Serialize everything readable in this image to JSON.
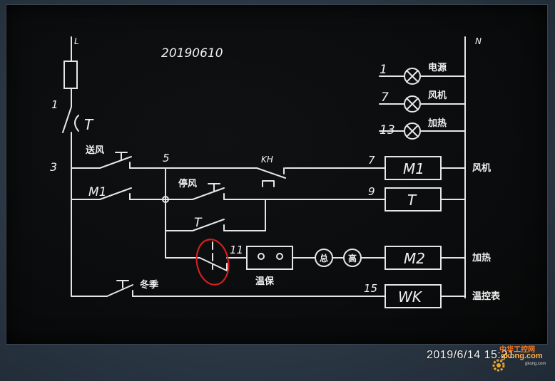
{
  "diagram": {
    "date_code": "20190610",
    "rails": {
      "left": "L",
      "right": "N"
    },
    "nodes": {
      "n1": "1",
      "n3": "3",
      "n5": "5",
      "n7": "7",
      "n9": "9",
      "n11": "11",
      "n15": "15"
    },
    "breaker_label": "T",
    "lamps": [
      {
        "wire": "1",
        "label": "电源"
      },
      {
        "wire": "7",
        "label": "风机"
      },
      {
        "wire": "13",
        "label": "加热"
      }
    ],
    "switches": {
      "send_air": "送风",
      "m1_contact": "M1",
      "stop_air": "停风",
      "kh": "KH",
      "t_contact": "T",
      "winter": "冬季"
    },
    "boxes": [
      {
        "label": "M1",
        "side": "风机"
      },
      {
        "label": "T",
        "side": ""
      },
      {
        "label": "M2",
        "side": "加热"
      },
      {
        "label": "WK",
        "side": "温控表"
      }
    ],
    "heater_chain": {
      "guard": "温保",
      "circle_1": "总",
      "circle_2": "高"
    },
    "highlight_color": "#d21f1f",
    "line_color": "#e6e6e6"
  },
  "photo": {
    "timestamp": "2019/6/14  15:21",
    "watermark_cn": "中华工控网",
    "watermark_en": "gkong.com",
    "watermark_small": "gkong.com"
  }
}
